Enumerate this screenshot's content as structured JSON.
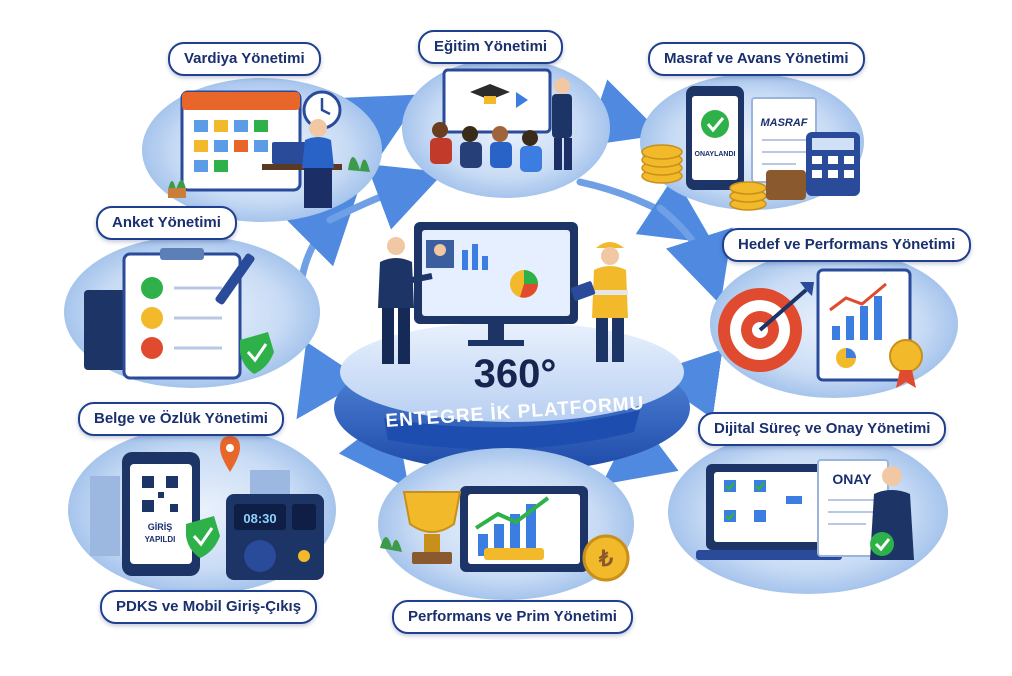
{
  "center": {
    "number": "360°",
    "subtitle": "ENTEGRE İK PLATFORMU"
  },
  "modules": [
    {
      "id": "vardiya",
      "label": "Vardiya Yönetimi"
    },
    {
      "id": "egitim",
      "label": "Eğitim Yönetimi"
    },
    {
      "id": "masraf",
      "label": "Masraf ve Avans Yönetimi"
    },
    {
      "id": "anket",
      "label": "Anket Yönetimi"
    },
    {
      "id": "hedef",
      "label": "Hedef ve Performans Yönetimi"
    },
    {
      "id": "belge",
      "label": "Belge ve Özlük Yönetimi"
    },
    {
      "id": "dijital",
      "label": "Dijital Süreç ve Onay Yönetimi"
    },
    {
      "id": "pdks",
      "label": "PDKS ve Mobil Giriş-Çıkış"
    },
    {
      "id": "prim",
      "label": "Performans ve Prim Yönetimi"
    }
  ],
  "illustration_text": {
    "masraf_phone": "ONAYLANDI",
    "masraf_doc": "MASRAF",
    "onay_doc": "ONAY",
    "pdks_phone_line1": "GİRİŞ",
    "pdks_phone_line2": "YAPILDI",
    "pdks_clock": "08:30",
    "prim_coin": "₺"
  },
  "colors": {
    "primary": "#1f3f8f",
    "accent_blue": "#3b7de0",
    "success": "#2fb14a",
    "gold": "#f2b92a"
  }
}
